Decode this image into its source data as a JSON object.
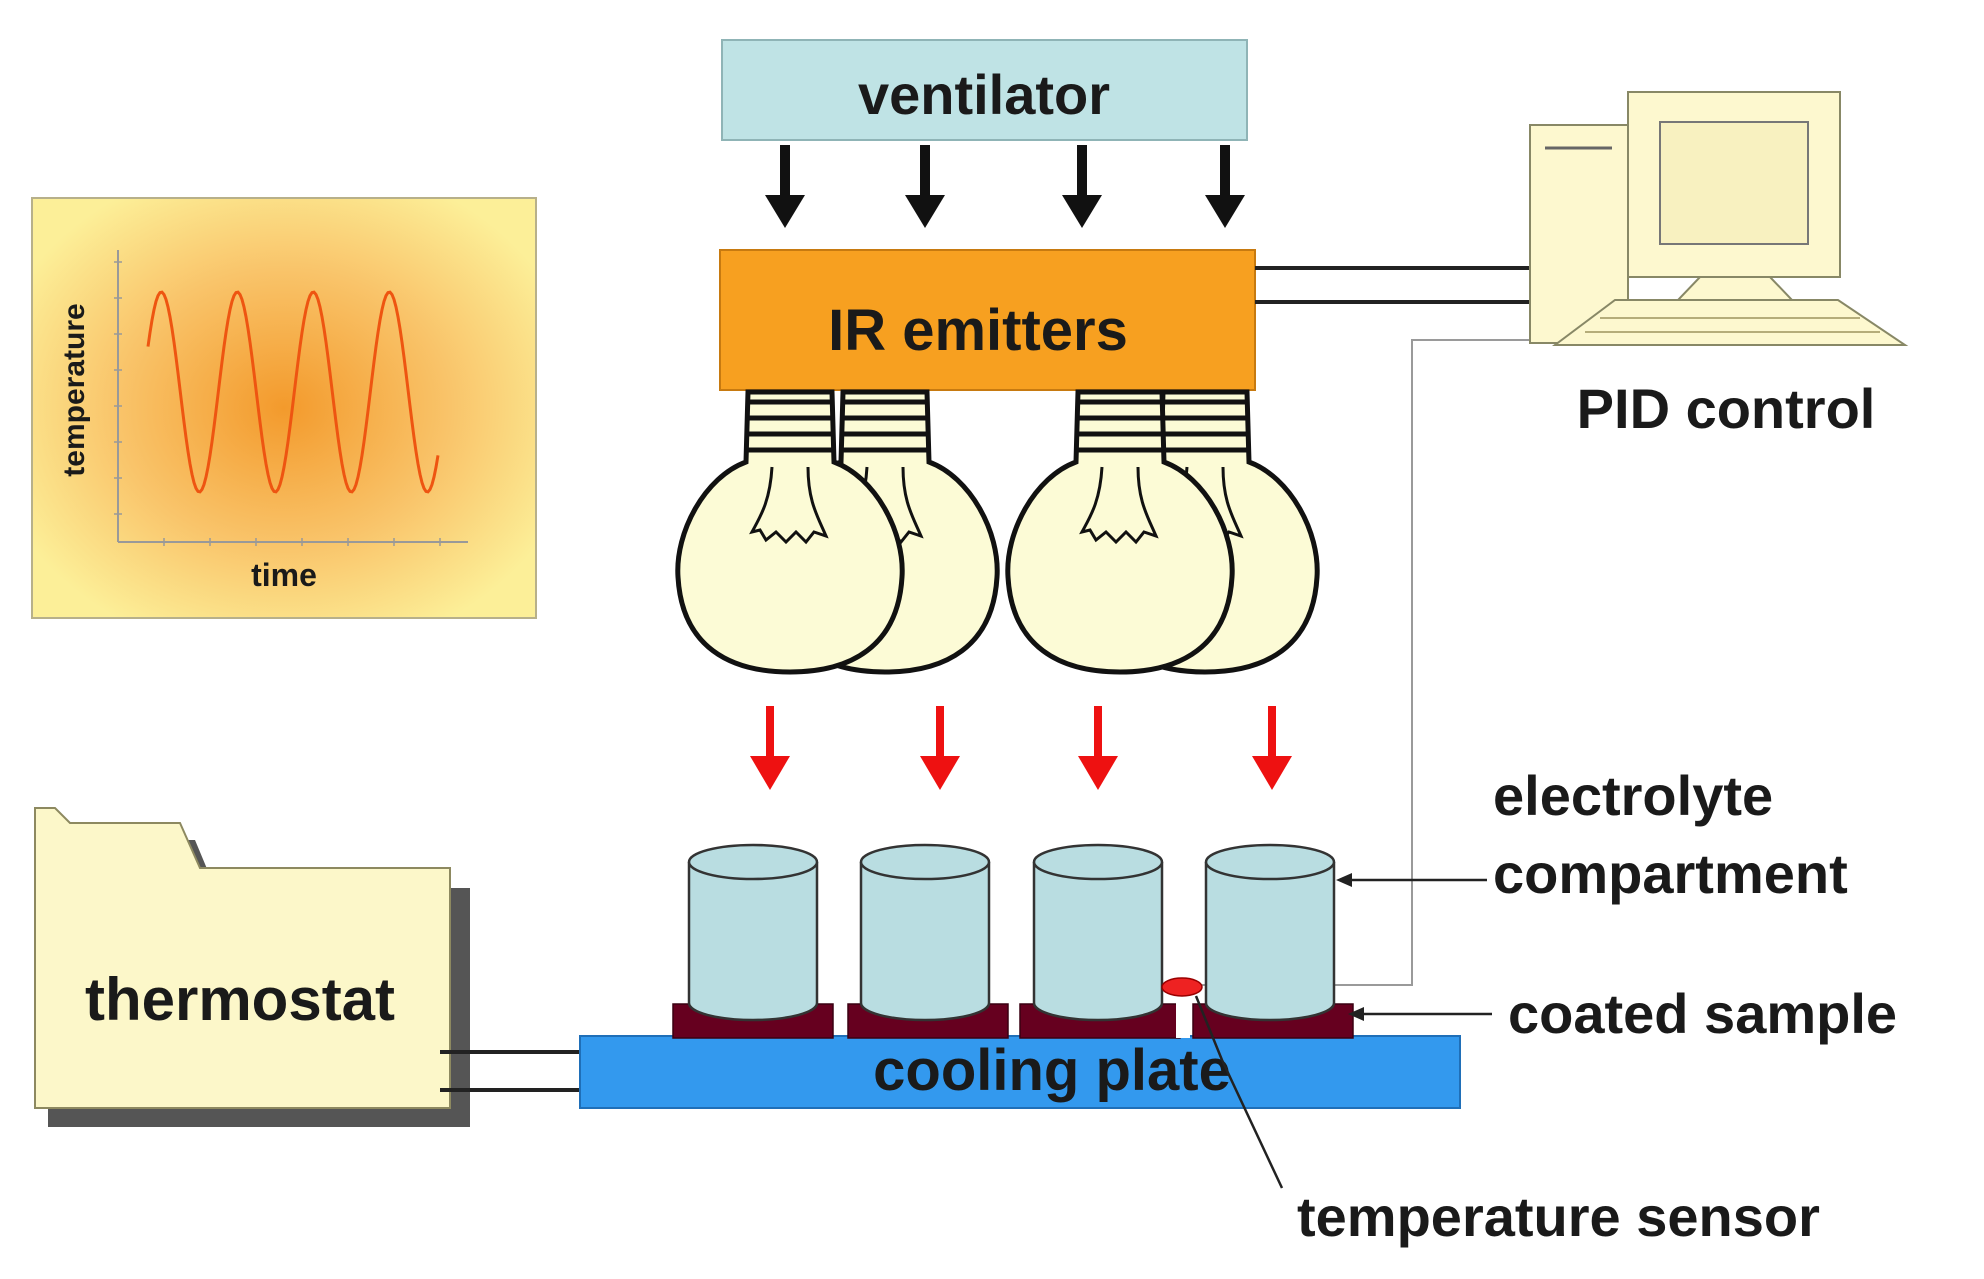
{
  "labels": {
    "ventilator": "ventilator",
    "ir_emitters": "IR emitters",
    "pid_control": "PID control",
    "electrolyte_line1": "electrolyte",
    "electrolyte_line2": "compartment",
    "coated_sample": "coated sample",
    "cooling_plate": "cooling plate",
    "temperature_sensor": "temperature sensor",
    "thermostat": "thermostat"
  },
  "inset_chart": {
    "xlabel": "time",
    "ylabel": "temperature"
  },
  "colors": {
    "ventilator_fill": "#bfe3e5",
    "ir_fill": "#f7a020",
    "bulb_fill": "#fcfbd6",
    "heat_arrow": "#ee1111",
    "compartment_fill": "#b9dde1",
    "sample_fill": "#66001f",
    "cooling_fill": "#3399ee",
    "thermostat_fill": "#fcf7c9",
    "computer_fill": "#fdf8cf",
    "chart_bg": "#fcef98",
    "chart_curve": "#ee5511",
    "sensor_fill": "#ee2222"
  }
}
